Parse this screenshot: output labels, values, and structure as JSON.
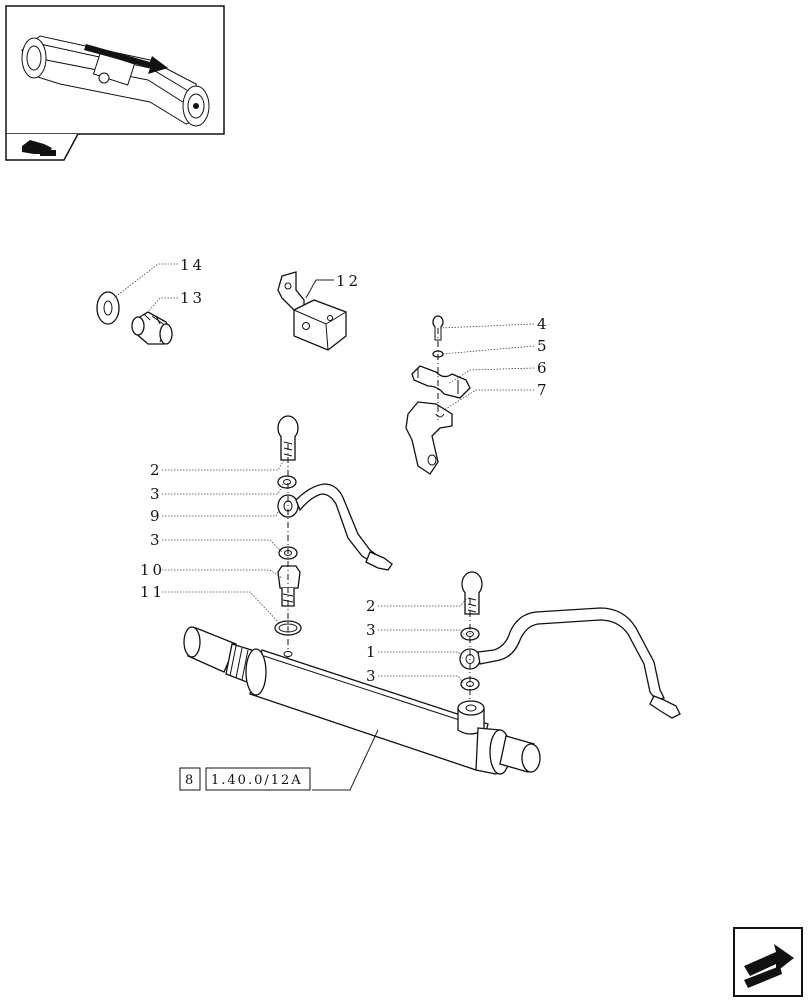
{
  "callouts": {
    "c14": "14",
    "c13": "13",
    "c12": "12",
    "c4": "4",
    "c5": "5",
    "c6": "6",
    "c7": "7",
    "c2a": "2",
    "c3a": "3",
    "c9": "9",
    "c3b": "3",
    "c10": "10",
    "c11": "11",
    "c2b": "2",
    "c3c": "3",
    "c1": "1",
    "c3d": "3"
  },
  "reference": {
    "section": "8",
    "code": "1.40.0/12A"
  },
  "icons": {
    "thumbnail": "front-axle-thumbnail-icon",
    "toc": "table-of-contents-icon",
    "next": "next-page-arrow-icon"
  }
}
